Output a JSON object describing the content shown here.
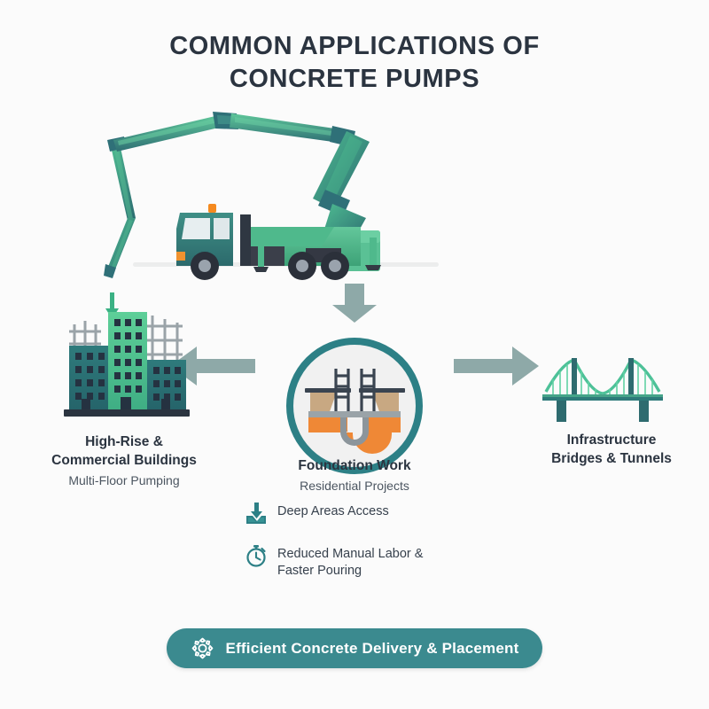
{
  "infographic": {
    "title_line1": "COMMON APPLICATIONS OF",
    "title_line2": "CONCRETE PUMPS",
    "background_color": "#fbfbfb",
    "accent_teal": "#3b8a8f",
    "accent_green": "#4cbd8b",
    "accent_dark_teal": "#2e6b6f",
    "accent_orange": "#ef8836",
    "arrow_color": "#8ea9a8",
    "text_color": "#2b3440"
  },
  "hero": {
    "name": "concrete-pump-truck",
    "description": "Green concrete boom pump truck with extended articulated placing boom",
    "beacon_color": "#f58a1f"
  },
  "center_node": {
    "icon_name": "foundation-rebar-icon",
    "heading": "Foundation Work",
    "subtitle": "Residential Projects",
    "circle_border_color": "#2d8086",
    "circle_fill": "#f1f1f1"
  },
  "left_node": {
    "icon_name": "high-rise-buildings-icon",
    "heading_line1": "High-Rise &",
    "heading_line2": "Commercial Buildings",
    "subtitle": "Multi-Floor Pumping"
  },
  "right_node": {
    "icon_name": "suspension-bridge-icon",
    "heading_line1": "Infrastructure",
    "heading_line2": "Bridges & Tunnels"
  },
  "bullets": [
    {
      "icon_name": "arrow-into-tray-icon",
      "text_line1": "Deep Areas Access",
      "text_line2": ""
    },
    {
      "icon_name": "stopwatch-icon",
      "text_line1": "Reduced Manual Labor &",
      "text_line2": "Faster Pouring"
    }
  ],
  "banner": {
    "icon_name": "gear-icon",
    "label": "Efficient Concrete Delivery & Placement",
    "background_color": "#3b8a8f"
  },
  "arrows": [
    {
      "name": "arrow-down-to-center",
      "direction": "down"
    },
    {
      "name": "arrow-left-to-buildings",
      "direction": "left"
    },
    {
      "name": "arrow-right-to-bridge",
      "direction": "right"
    }
  ]
}
